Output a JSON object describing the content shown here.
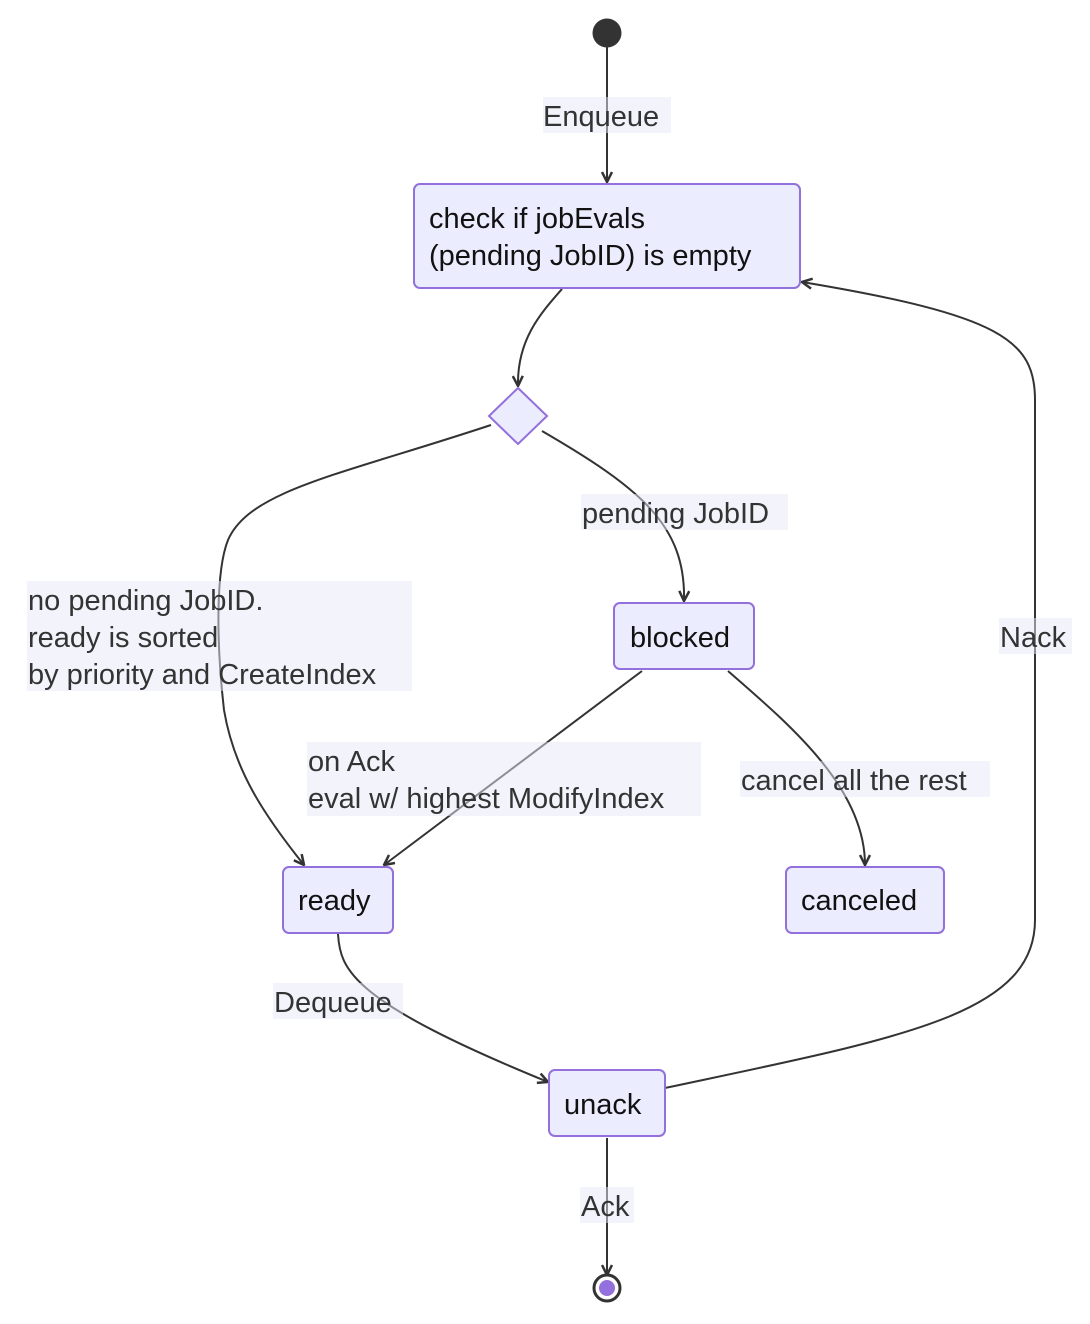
{
  "diagram": {
    "type": "state-diagram",
    "states": {
      "check": {
        "line1": "check if jobEvals",
        "line2": "(pending JobID) is empty"
      },
      "blocked": "blocked",
      "ready": "ready",
      "canceled": "canceled",
      "unack": "unack"
    },
    "transitions": {
      "enqueue": "Enqueue",
      "pending": "pending JobID",
      "no_pending": {
        "line1": "no pending JobID.",
        "line2": "ready is sorted",
        "line3": "by priority and CreateIndex"
      },
      "on_ack": {
        "line1": "on Ack",
        "line2": "eval w/ highest ModifyIndex"
      },
      "cancel_rest": "cancel all the rest",
      "nack": "Nack",
      "dequeue": "Dequeue",
      "ack": "Ack"
    },
    "colors": {
      "state_fill": "#ECECFF",
      "state_stroke": "#9370DB",
      "edge": "#333333",
      "start_node": "#333333",
      "end_inner": "#9370DB"
    }
  }
}
